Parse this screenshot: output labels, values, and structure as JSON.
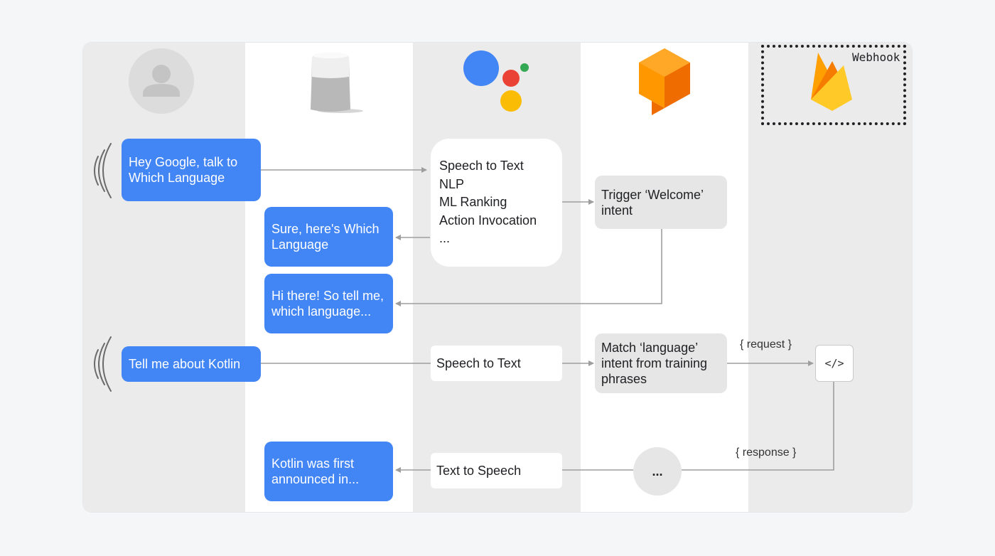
{
  "colors": {
    "lane_dark": "#ebebeb",
    "lane_light": "#ffffff",
    "message_blue": "#4285f4",
    "process_gray": "#e6e6e6",
    "arrow": "#9e9e9e"
  },
  "lanes": [
    {
      "name": "user",
      "icon": "user-avatar-icon"
    },
    {
      "name": "speaker",
      "icon": "smart-speaker-icon"
    },
    {
      "name": "assistant",
      "icon": "google-assistant-icon"
    },
    {
      "name": "dialogflow",
      "icon": "dialogflow-icon"
    },
    {
      "name": "firebase",
      "icon": "firebase-icon"
    }
  ],
  "webhook_label": "Webhook",
  "messages": {
    "hey_google": "Hey Google, talk to\nWhich Language",
    "sure_here": "Sure, here's Which\nLanguage",
    "hi_there": "Hi there! So tell me,\nwhich language...",
    "tell_kotlin": "Tell me about Kotlin",
    "kotlin_announced": "Kotlin was first\nannounced in..."
  },
  "assistant_steps": {
    "first": "Speech to Text\nNLP\nML Ranking\nAction Invocation\n...",
    "stt": "Speech to Text",
    "tts": "Text to Speech"
  },
  "dialogflow_steps": {
    "welcome": "Trigger ‘Welcome’\nintent",
    "match": "Match ‘language’\nintent from training\nphrases",
    "ellipsis": "..."
  },
  "webhook": {
    "code_glyph": "</>",
    "request": "{ request }",
    "response": "{ response }"
  }
}
